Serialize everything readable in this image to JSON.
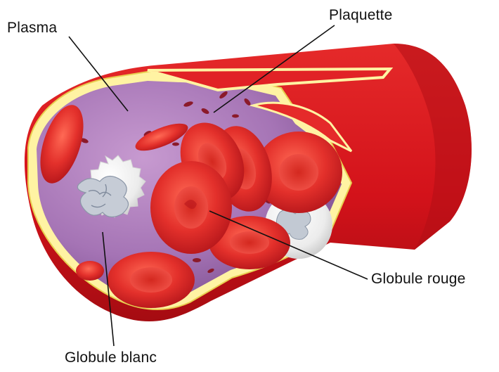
{
  "labels": {
    "plasma": "Plasma",
    "plaquette": "Plaquette",
    "globule_rouge": "Globule rouge",
    "globule_blanc": "Globule blanc"
  },
  "colors": {
    "vessel_red": "#d8141b",
    "vessel_dark": "#9b0a10",
    "plasma_purple": "#a06fb2",
    "wall_yellow": "#fff4a0",
    "cell_red": "#e5322e",
    "white_cell": "#f2f2f2"
  }
}
